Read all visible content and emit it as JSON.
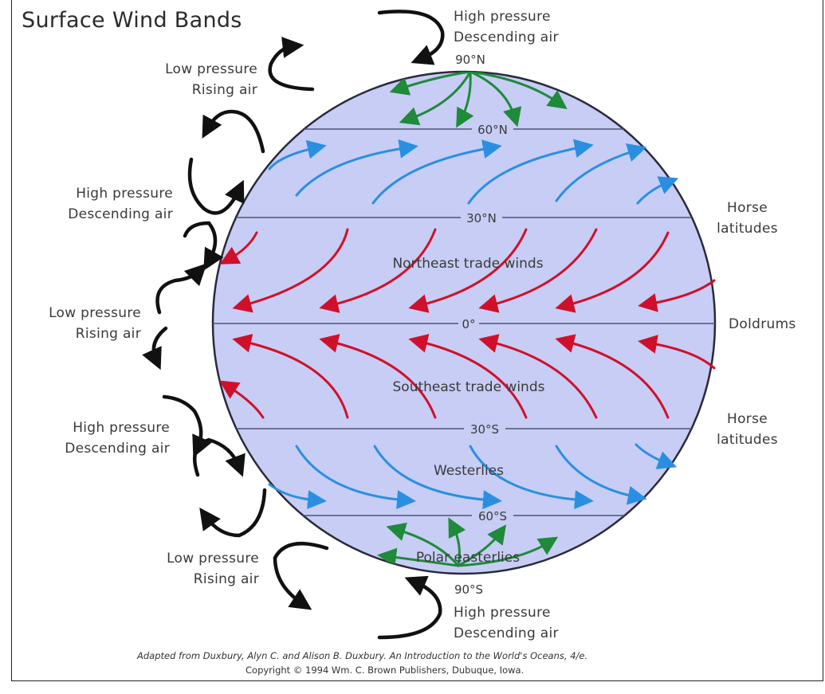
{
  "title": "Surface Wind Bands",
  "pressure_labels": {
    "top_high": [
      "High pressure",
      "Descending air"
    ],
    "low_60n": [
      "Low pressure",
      "Rising air"
    ],
    "high_30n": [
      "High pressure",
      "Descending air"
    ],
    "low_eq": [
      "Low pressure",
      "Rising air"
    ],
    "high_30s": [
      "High pressure",
      "Descending air"
    ],
    "low_60s": [
      "Low pressure",
      "Rising air"
    ],
    "bottom_high": [
      "High pressure",
      "Descending air"
    ]
  },
  "latitudes": {
    "n90": "90°N",
    "n60": "60°N",
    "n30": "30°N",
    "eq": "0°",
    "s30": "30°S",
    "s60": "60°S",
    "s90": "90°S"
  },
  "belts": {
    "ne_trades": "Northeast trade winds",
    "se_trades": "Southeast trade winds",
    "westerlies": "Westerlies",
    "polar_easterlies": "Polar easterlies"
  },
  "zones": {
    "horse_n": [
      "Horse",
      "latitudes"
    ],
    "doldrums": "Doldrums",
    "horse_s": [
      "Horse",
      "latitudes"
    ]
  },
  "credit": {
    "line1": "Adapted from Duxbury, Alyn C. and Alison B. Duxbury.  An Introduction to the World's Oceans, 4/e.",
    "line2": "Copyright © 1994 Wm. C. Brown Publishers, Dubuque, Iowa."
  },
  "colors": {
    "globe_fill": "#c7cdf5",
    "globe_stroke": "#2a2a3a",
    "lat_line": "#4f5570",
    "trade_winds": "#d0102a",
    "westerlies": "#2a8fe0",
    "polar_easterlies": "#1f8a3a",
    "circulation": "#111111"
  }
}
